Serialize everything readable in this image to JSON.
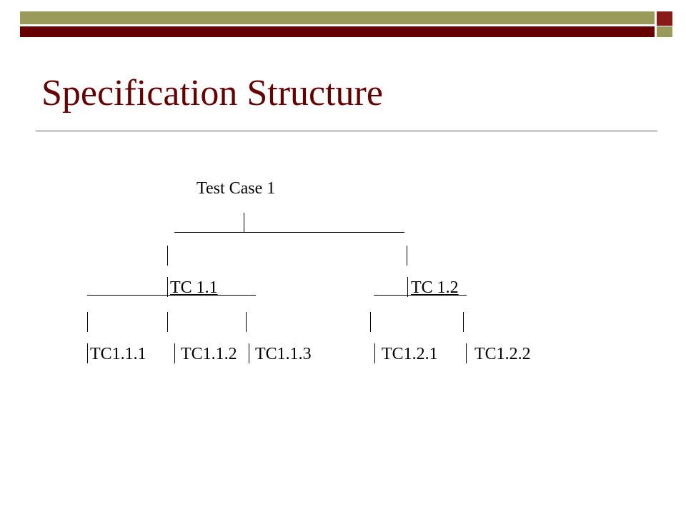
{
  "slide": {
    "title": "Specification Structure",
    "colors": {
      "title": "#660000",
      "bar_olive": "#9a9a5a",
      "bar_maroon": "#660000"
    },
    "tree": {
      "root": "Test Case 1",
      "level1": [
        "TC 1.1",
        "TC 1.2"
      ],
      "level2": [
        "TC1.1.1",
        "TC1.1.2",
        "TC1.1.3",
        "TC1.2.1",
        "TC1.2.2"
      ]
    }
  }
}
